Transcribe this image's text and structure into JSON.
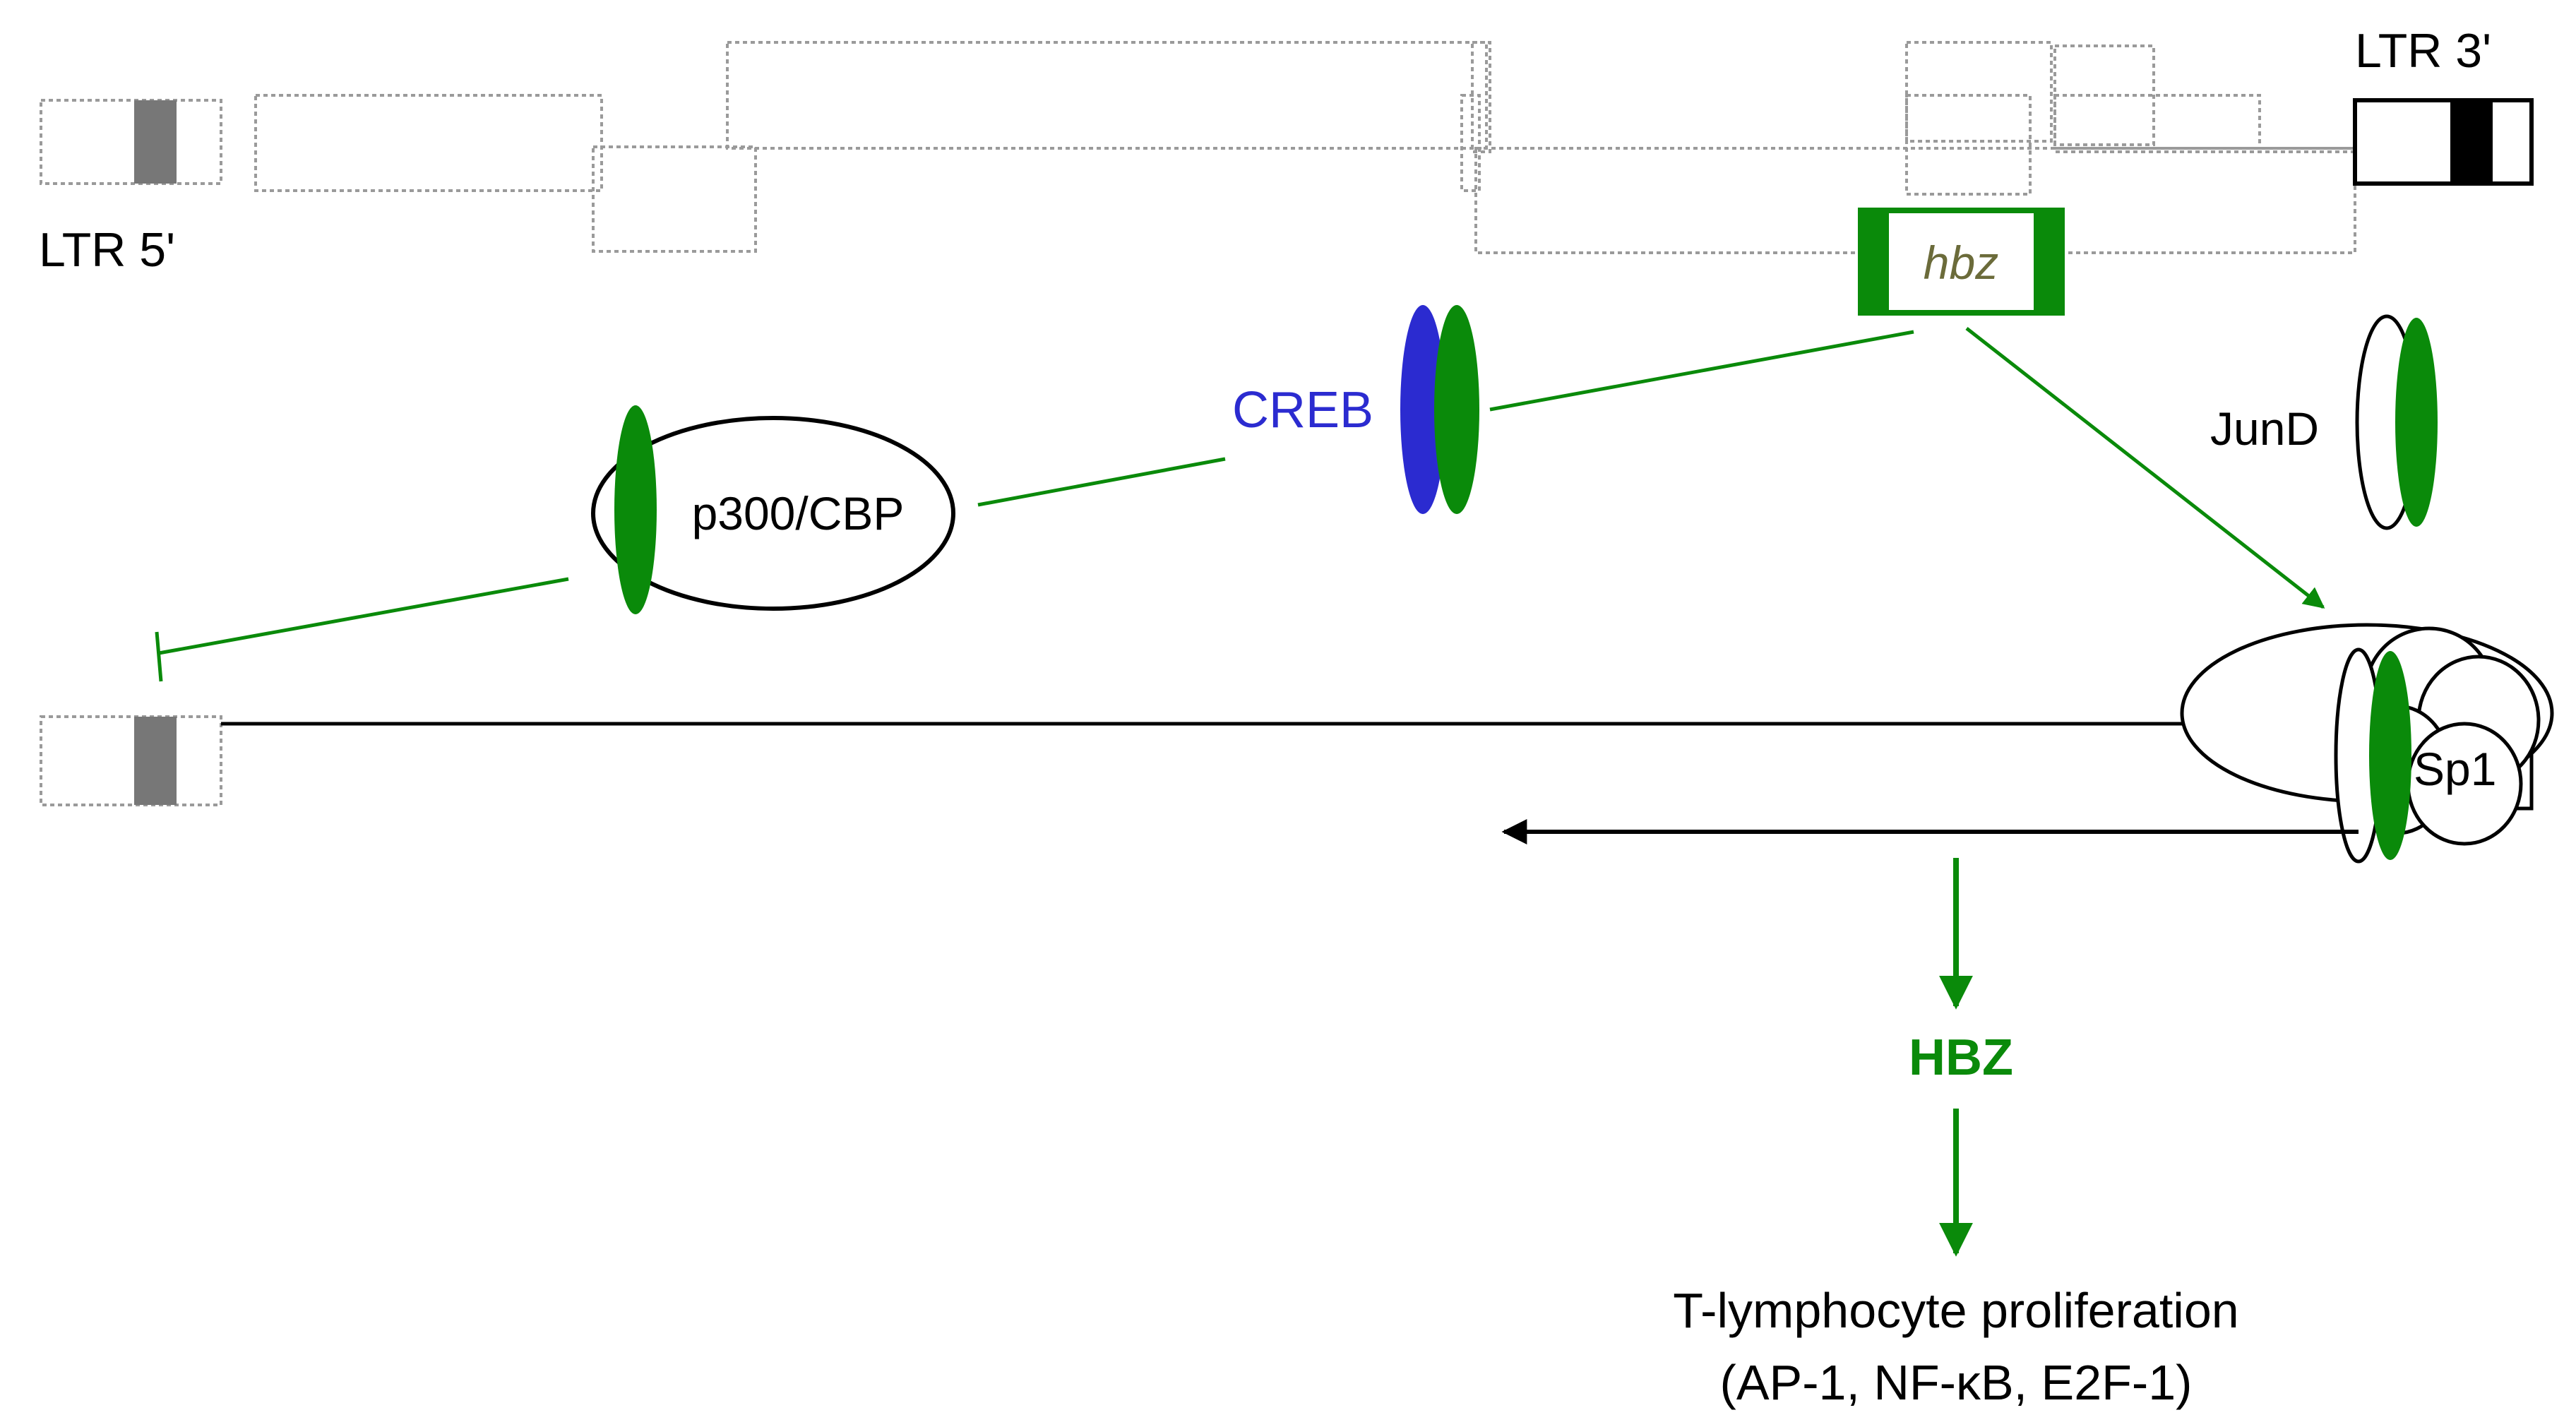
{
  "labels": {
    "ltr5": "LTR 5'",
    "ltr3": "LTR 3'",
    "hbz_gene": "hbz",
    "creb": "CREB",
    "p300": "p300/CBP",
    "jund": "JunD",
    "sp1": "Sp1",
    "hbz_protein": "HBZ",
    "outcome_line1": "T-lymphocyte proliferation",
    "outcome_line2": "(AP-1, NF-κB, E2F-1)"
  },
  "colors": {
    "green": "#0a8a0a",
    "blue": "#2b2bd0",
    "gray_fill": "#777777",
    "black": "#000000",
    "dotted": "#9a9a9a",
    "hbz_italic": "#6b6b3a"
  }
}
